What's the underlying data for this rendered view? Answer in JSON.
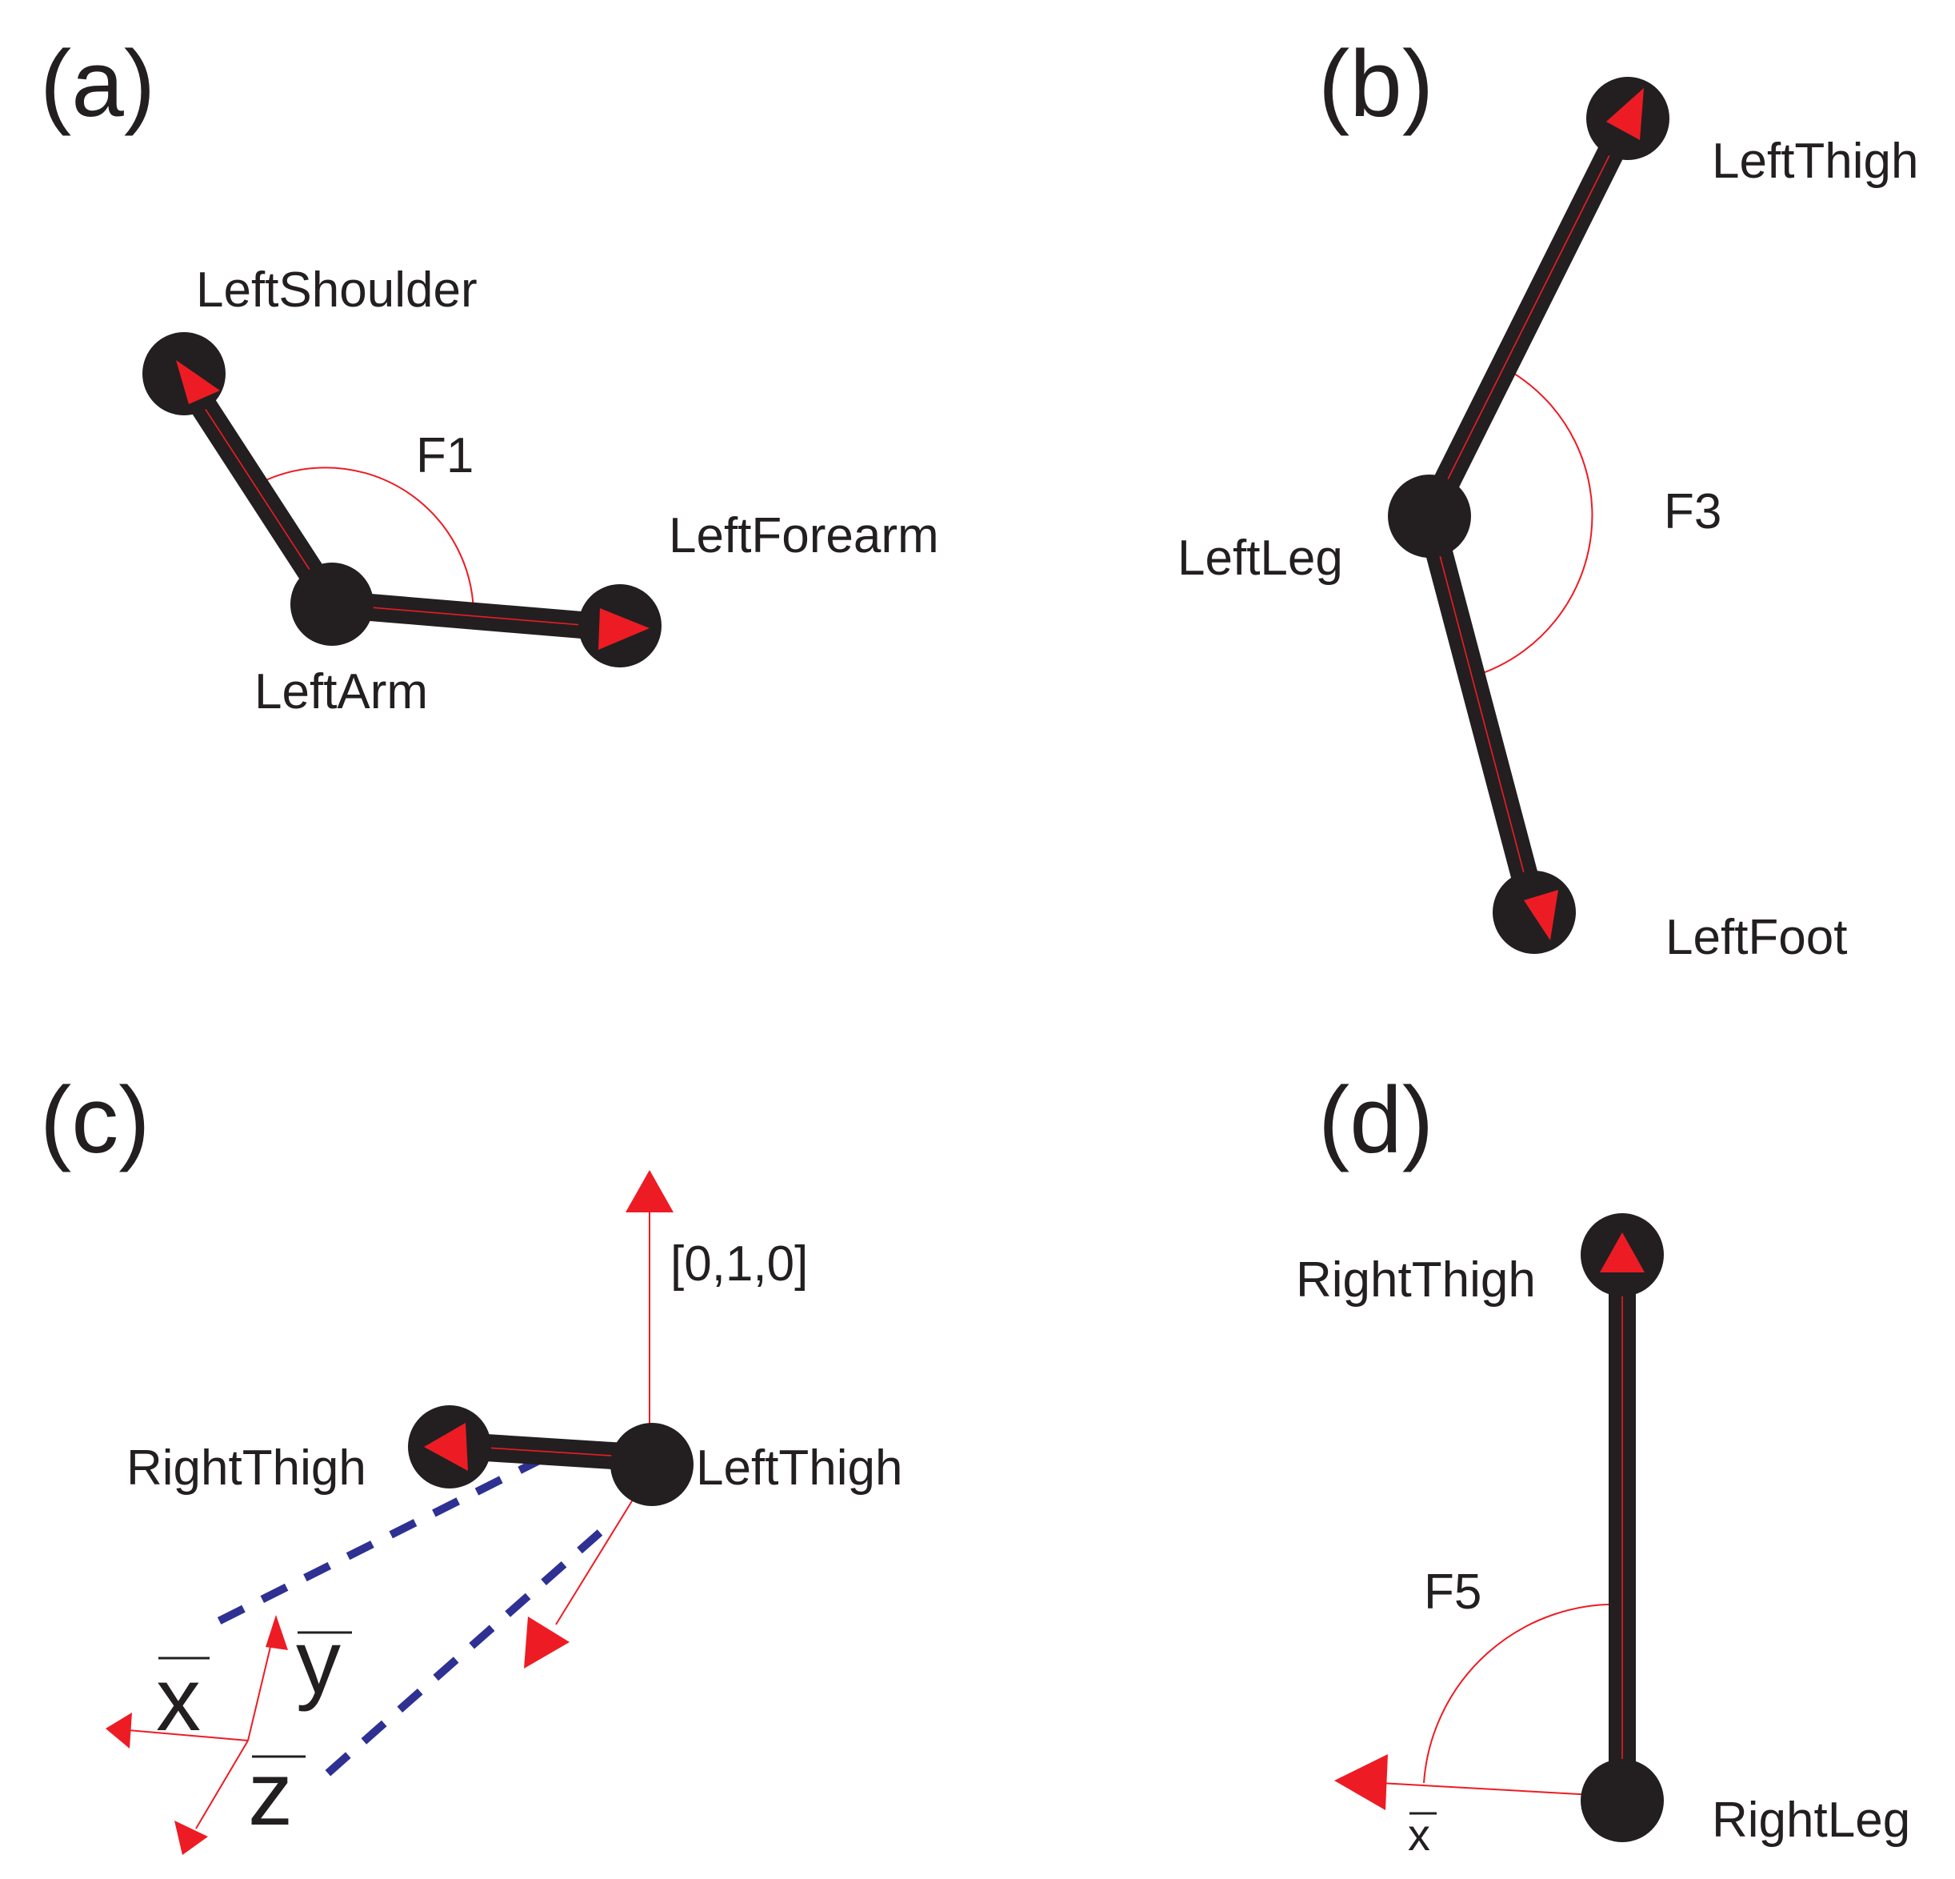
{
  "panels": {
    "a": {
      "label": "(a)",
      "joints": [
        "LeftShoulder",
        "LeftArm",
        "LeftForearm"
      ],
      "angle": "F1"
    },
    "b": {
      "label": "(b)",
      "joints": [
        "LeftThigh",
        "LeftLeg",
        "LeftFoot"
      ],
      "angle": "F3"
    },
    "c": {
      "label": "(c)",
      "joints": [
        "RightThigh",
        "LeftThigh"
      ],
      "up_vector": "[0,1,0]",
      "axes": [
        "x",
        "y",
        "z"
      ]
    },
    "d": {
      "label": "(d)",
      "joints": [
        "RightThigh",
        "RightLeg"
      ],
      "angle": "F5",
      "axis": "x"
    }
  },
  "colors": {
    "bone": "#231f20",
    "arrow": "#ed1c24",
    "dashed": "#2e3192"
  }
}
